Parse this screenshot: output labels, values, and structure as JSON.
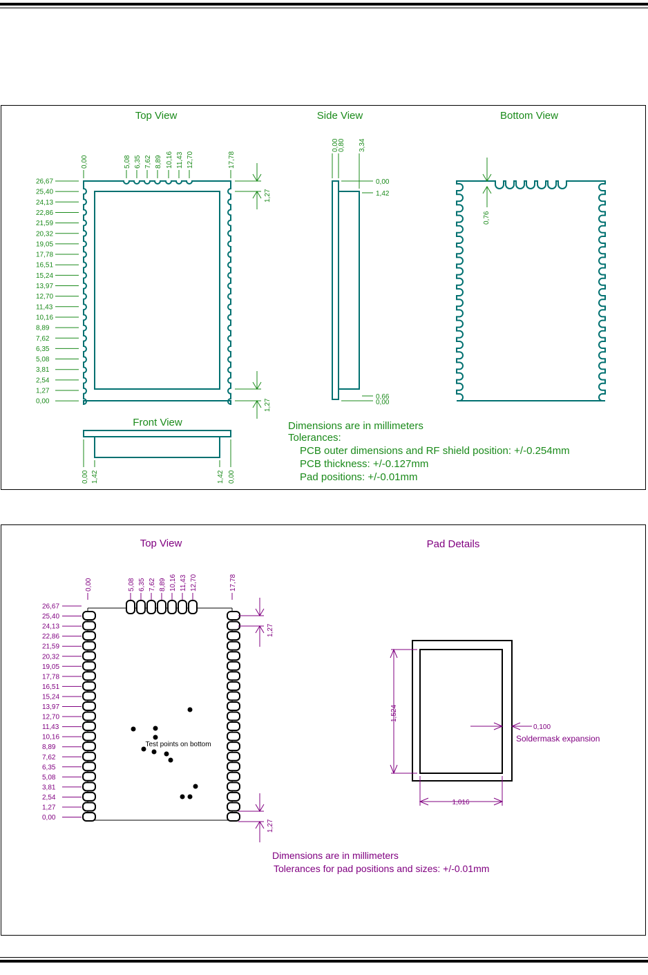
{
  "panel1": {
    "titles": {
      "top": "Top View",
      "side": "Side View",
      "bottom": "Bottom View",
      "front": "Front View"
    },
    "top_x": [
      "0,00",
      "5,08",
      "6,35",
      "7,62",
      "8,89",
      "10,16",
      "11,43",
      "12,70",
      "17,78"
    ],
    "top_y": [
      "26,67",
      "25,40",
      "24,13",
      "22,86",
      "21,59",
      "20,32",
      "19,05",
      "17,78",
      "16,51",
      "15,24",
      "13,97",
      "12,70",
      "11,43",
      "10,16",
      "8,89",
      "7,62",
      "6,35",
      "5,08",
      "3,81",
      "2,54",
      "1,27",
      "0,00"
    ],
    "right_dim": "1,27",
    "side_x": [
      "0,00",
      "0,80",
      "3,34"
    ],
    "side_y": [
      "0,00",
      "1,42",
      "0,66",
      "0,00"
    ],
    "bottom_dim": "0,76",
    "front_dims": [
      "0,00",
      "1,42",
      "1,42",
      "0,00"
    ],
    "notes": [
      "Dimensions are in millimeters",
      "Tolerances:",
      "PCB outer dimensions and RF shield position: +/-0.254mm",
      "PCB thickness: +/-0.127mm",
      "Pad positions: +/-0.01mm"
    ],
    "color": "#1a8a1a",
    "outline_color": "#007070"
  },
  "panel2": {
    "titles": {
      "top": "Top View",
      "pad": "Pad Details"
    },
    "top_x": [
      "0,00",
      "5,08",
      "6,35",
      "7,62",
      "8,89",
      "10,16",
      "11,43",
      "12,70",
      "17,78"
    ],
    "top_y": [
      "26,67",
      "25,40",
      "24,13",
      "22,86",
      "21,59",
      "20,32",
      "19,05",
      "17,78",
      "16,51",
      "15,24",
      "13,97",
      "12,70",
      "11,43",
      "10,16",
      "8,89",
      "7,62",
      "6,35",
      "5,08",
      "3,81",
      "2,54",
      "1,27",
      "0,00"
    ],
    "right_dim": "1,27",
    "test_points_label": "Test points on bottom",
    "pad_height": "1,524",
    "pad_width": "1,016",
    "mask_value": "0,100",
    "mask_label": "Soldermask expansion",
    "notes": [
      "Dimensions are in millimeters",
      "Tolerances for pad positions and sizes: +/-0.01mm"
    ],
    "color": "#800080"
  }
}
